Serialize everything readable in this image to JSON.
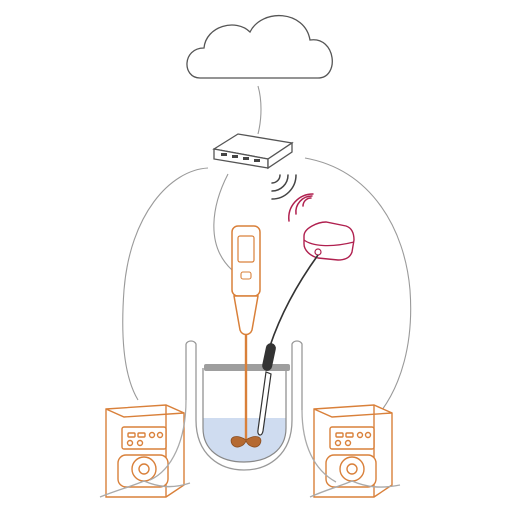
{
  "diagram": {
    "components": [
      {
        "id": "cloud",
        "kind": "cloud"
      },
      {
        "id": "gateway",
        "kind": "network-gateway"
      },
      {
        "id": "overhead-stirrer",
        "kind": "overhead-stirrer"
      },
      {
        "id": "wireless-sensor-hub",
        "kind": "wireless-hub"
      },
      {
        "id": "temperature-probe",
        "kind": "probe"
      },
      {
        "id": "reaction-vessel",
        "kind": "jacketed-beaker"
      },
      {
        "id": "peristaltic-pump-left",
        "kind": "peristaltic-pump"
      },
      {
        "id": "peristaltic-pump-right",
        "kind": "peristaltic-pump"
      }
    ],
    "connections": [
      {
        "from": "cloud",
        "to": "gateway",
        "type": "wired"
      },
      {
        "from": "gateway",
        "to": "peristaltic-pump-left",
        "type": "wired"
      },
      {
        "from": "gateway",
        "to": "peristaltic-pump-right",
        "type": "wired"
      },
      {
        "from": "gateway",
        "to": "overhead-stirrer",
        "type": "wired"
      },
      {
        "from": "gateway",
        "to": "wireless-sensor-hub",
        "type": "wireless"
      },
      {
        "from": "wireless-sensor-hub",
        "to": "temperature-probe",
        "type": "wired"
      }
    ]
  },
  "colors": {
    "line": "#555555",
    "wire": "#9a9a9a",
    "device_orange": "#d9803a",
    "device_orange_fill": "#fdf2e8",
    "hub_magenta": "#b0204f",
    "liquid": "#cfdcf0",
    "probe": "#333333",
    "clamp_bar": "#9e9e9e"
  }
}
